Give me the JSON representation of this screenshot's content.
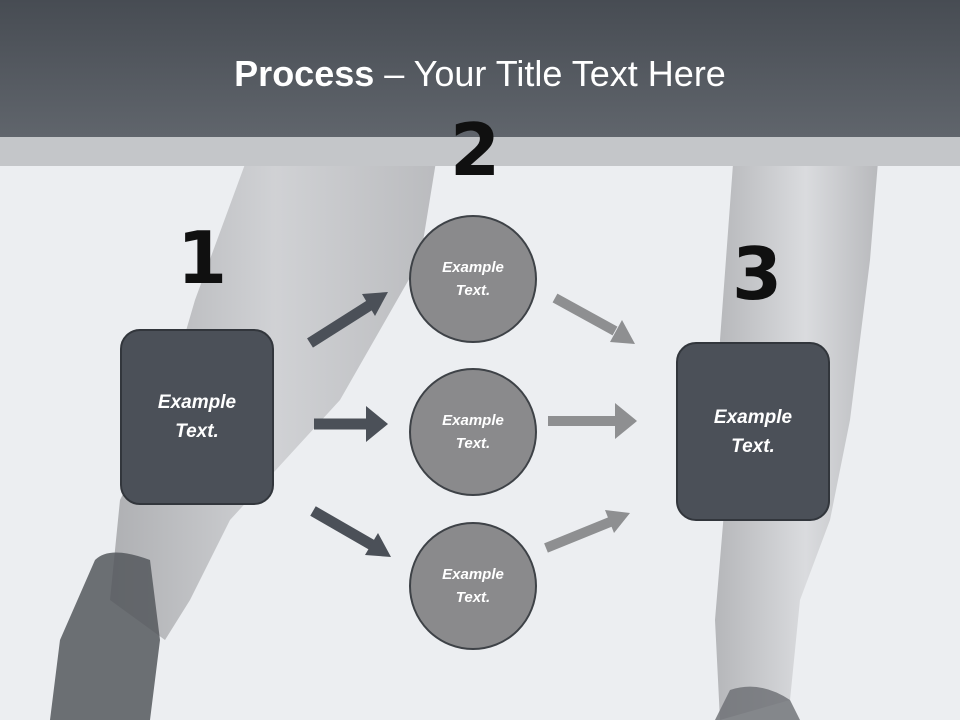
{
  "title": {
    "bold": "Process",
    "rest": " – Your Title Text Here"
  },
  "steps": {
    "one": "1",
    "two": "2",
    "three": "3"
  },
  "left_box": {
    "text": "Example Text."
  },
  "circles": [
    {
      "text": "Example Text."
    },
    {
      "text": "Example Text."
    },
    {
      "text": "Example Text."
    }
  ],
  "right_box": {
    "text": "Example Text."
  },
  "colors": {
    "dark_arrow": "#4b5058",
    "light_arrow": "#8e8f91",
    "box_fill": "#4b5058",
    "circle_fill": "#8a8a8c",
    "header": "#555a61"
  }
}
